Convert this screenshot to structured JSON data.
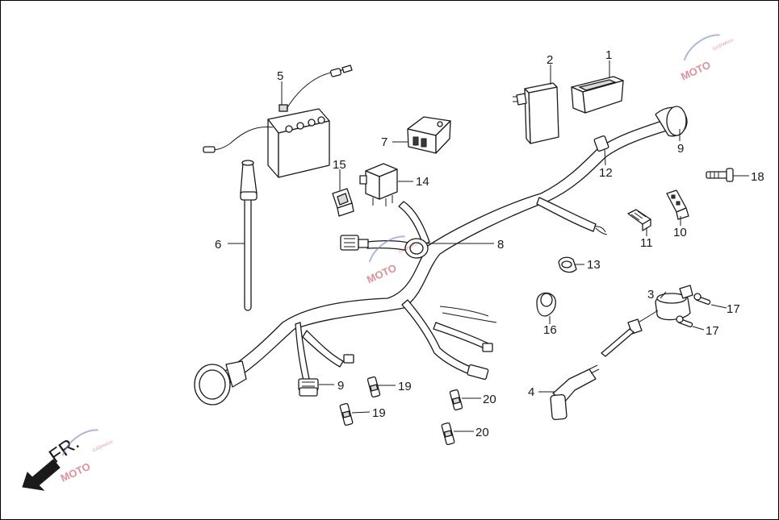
{
  "diagram": {
    "direction_text": "FR.",
    "watermark": {
      "brand": "MOTO",
      "sub": "GAŠPAROV"
    },
    "callouts": [
      {
        "id": "c1",
        "text": "1"
      },
      {
        "id": "c2",
        "text": "2"
      },
      {
        "id": "c3",
        "text": "3"
      },
      {
        "id": "c4",
        "text": "4"
      },
      {
        "id": "c5",
        "text": "5"
      },
      {
        "id": "c6",
        "text": "6"
      },
      {
        "id": "c7",
        "text": "7"
      },
      {
        "id": "c8",
        "text": "8"
      },
      {
        "id": "c9a",
        "text": "9"
      },
      {
        "id": "c9b",
        "text": "9"
      },
      {
        "id": "c10",
        "text": "10"
      },
      {
        "id": "c11",
        "text": "11"
      },
      {
        "id": "c12",
        "text": "12"
      },
      {
        "id": "c13",
        "text": "13"
      },
      {
        "id": "c14",
        "text": "14"
      },
      {
        "id": "c15",
        "text": "15"
      },
      {
        "id": "c16",
        "text": "16"
      },
      {
        "id": "c17a",
        "text": "17"
      },
      {
        "id": "c17b",
        "text": "17"
      },
      {
        "id": "c18",
        "text": "18"
      },
      {
        "id": "c19a",
        "text": "19"
      },
      {
        "id": "c19b",
        "text": "19"
      },
      {
        "id": "c20a",
        "text": "20"
      },
      {
        "id": "c20b",
        "text": "20"
      }
    ]
  }
}
